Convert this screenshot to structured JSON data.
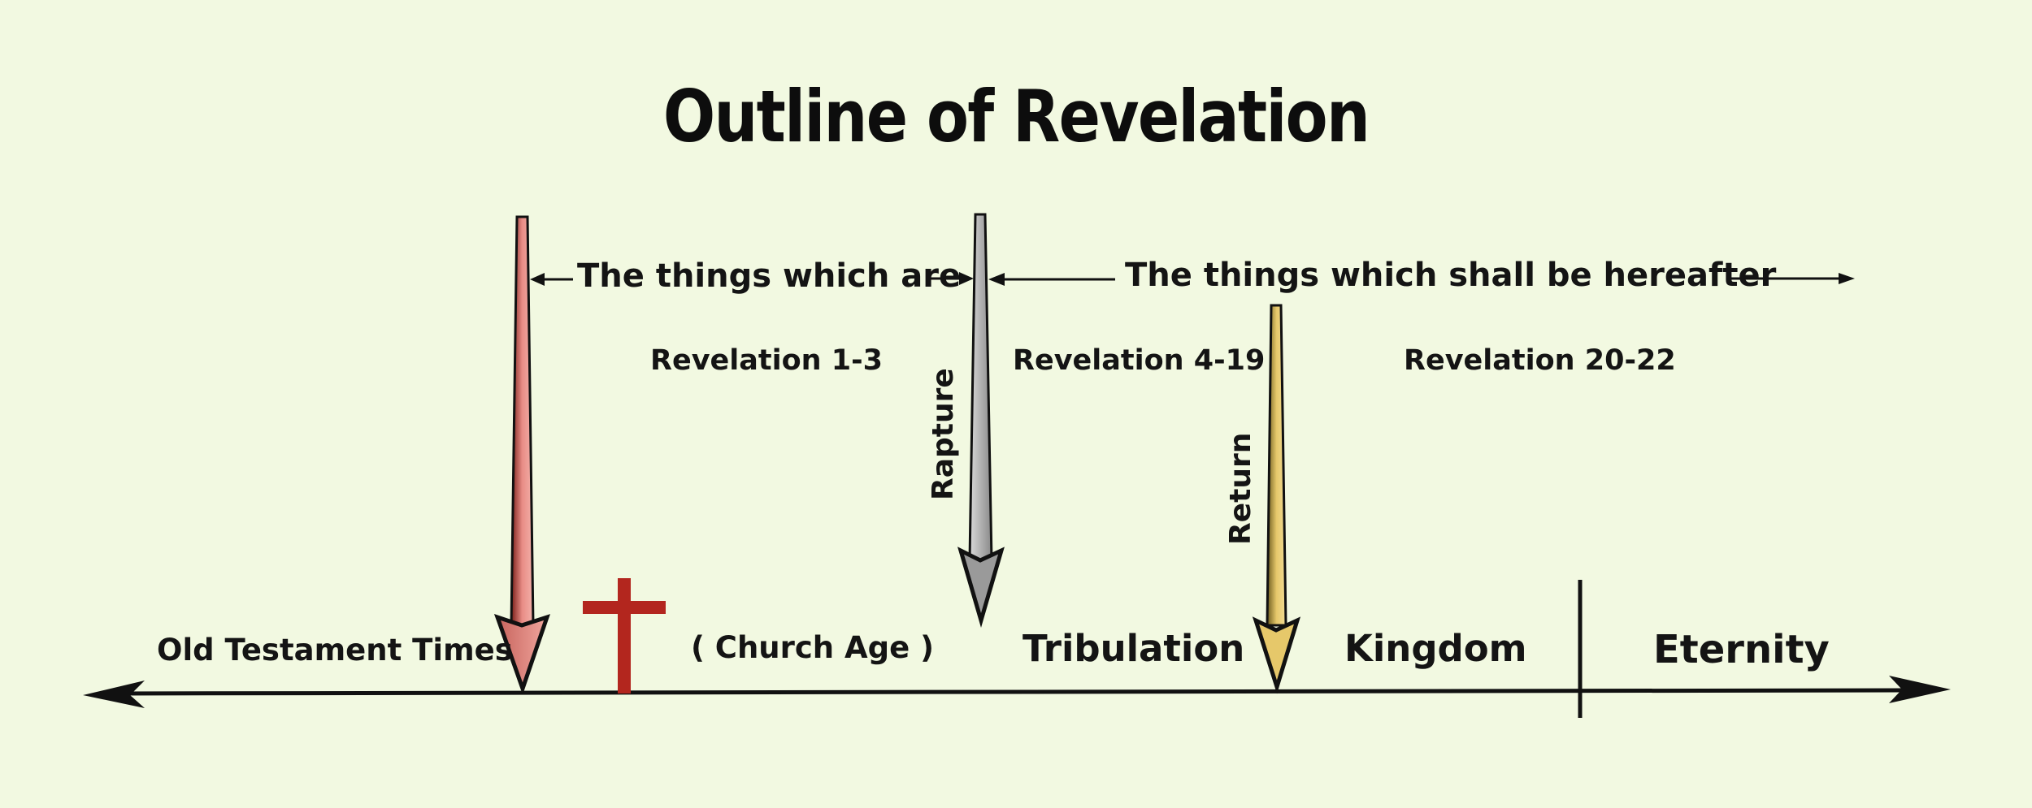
{
  "title": "Outline of Revelation",
  "sections": {
    "present": "The things which are",
    "future": "The things which shall be hereafter"
  },
  "references": {
    "rev_1_3": "Revelation 1-3",
    "rev_4_19": "Revelation 4-19",
    "rev_20_22": "Revelation 20-22"
  },
  "events": {
    "rapture": "Rapture",
    "return": "Return"
  },
  "eras": {
    "old_testament": "Old Testament Times",
    "church_age": "( Church Age )",
    "tribulation": "Tribulation",
    "kingdom": "Kingdom",
    "eternity": "Eternity"
  },
  "colors": {
    "background": "#f2f9e1",
    "first_arrow": "#e88d86",
    "rapture_arrow": "#9e9e9e",
    "return_arrow": "#e6c86a",
    "cross": "#b3261e",
    "timeline": "#111111"
  }
}
